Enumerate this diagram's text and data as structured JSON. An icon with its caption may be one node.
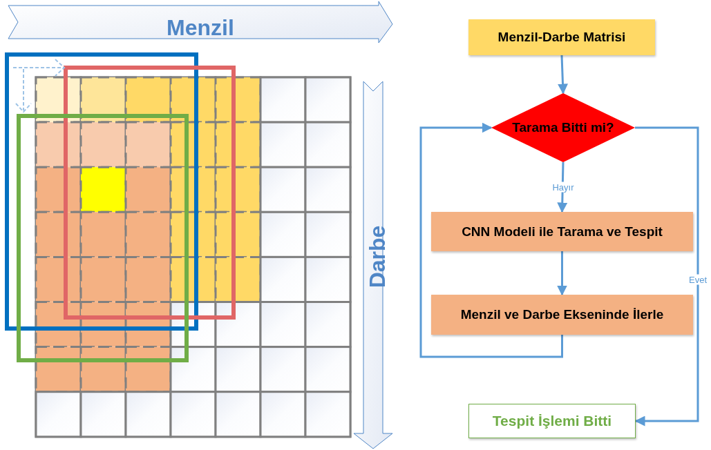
{
  "diagram": {
    "nodes": [
      {
        "text": [
          "Menzil-Darbe Matrisi"
        ]
      },
      {
        "text": [
          "Tarama Bitti mi?"
        ]
      },
      {
        "text": [
          "CNN Modeli ile Tarama ve Tespit"
        ]
      },
      {
        "text": [
          "Menzil ve Darbe Ekseninde İlerle"
        ]
      },
      {
        "text": [
          "Tespit İşlemi Bitti"
        ]
      }
    ],
    "edges": [
      {
        "from": 0,
        "to": 1,
        "arrow": "to"
      },
      {
        "from": 1,
        "to": 2,
        "arrow": "to",
        "label": "Hayır"
      },
      {
        "from": 2,
        "to": 3,
        "arrow": "to"
      },
      {
        "from": 3,
        "to": 1,
        "arrow": "to"
      },
      {
        "from": 1,
        "to": 4,
        "arrow": "to",
        "label": "Evet"
      }
    ],
    "labels": [
      "Menzil",
      "Darbe"
    ]
  }
}
